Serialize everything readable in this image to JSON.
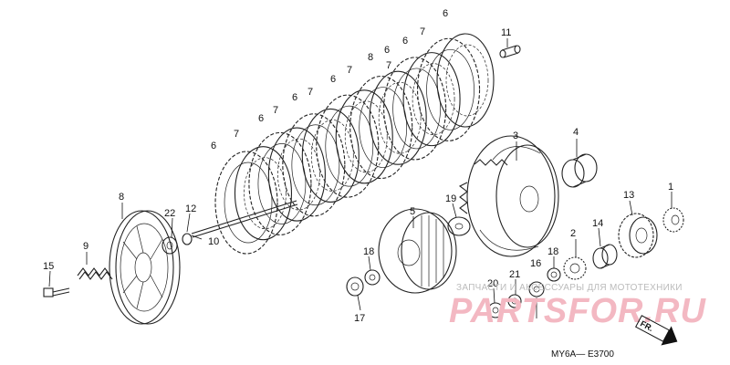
{
  "callouts": [
    "1",
    "2",
    "3",
    "4",
    "5",
    "6",
    "7",
    "8",
    "9",
    "10",
    "11",
    "12",
    "13",
    "14",
    "15",
    "16",
    "17",
    "18",
    "19",
    "20",
    "21",
    "22"
  ],
  "watermark_text": "ЗАПЧАСТИ И АКСЕССУАРЫ ДЛЯ МОТОТЕХНИКИ",
  "brand_text": "PARTSFOR.RU",
  "diagram_code": "MY6A— E3700",
  "direction_label": "FR.",
  "colors": {
    "line": "#222222",
    "brand": "#f3b8c2",
    "watermark": "#bbbbbb"
  }
}
